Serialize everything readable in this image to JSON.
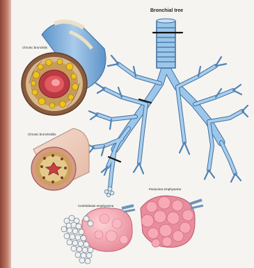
{
  "diagram": {
    "title": "Bronchial tree",
    "labels": {
      "chronic_bronchitis": "Chronic bronchitis",
      "chronic_bronchiolitis": "Chronic bronchiolitis",
      "centrilobular_emphysema": "Centrilobular emphysema",
      "panacinar_emphysema": "Panacinar emphysema"
    }
  }
}
